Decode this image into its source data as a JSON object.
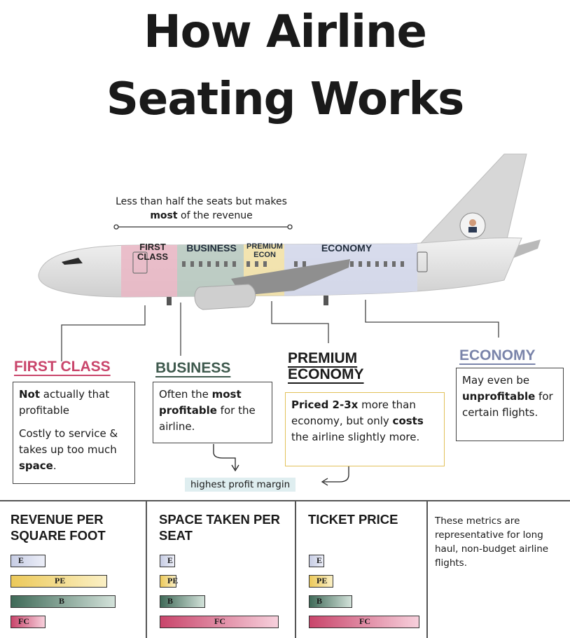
{
  "title": {
    "line1": "How Airline",
    "line2": "Seating Works"
  },
  "tagline": {
    "pre": "Less than half the seats but makes ",
    "bold": "most",
    "post": " of the revenue"
  },
  "plane_labels": {
    "first": "FIRST CLASS",
    "business": "BUSINESS",
    "premium": "PREMIUM ECON",
    "economy": "ECONOMY"
  },
  "colors": {
    "first": "#c9456b",
    "business": "#3f6a58",
    "premium": "#e2b94a",
    "economy": "#8a93b8",
    "first_fill": "#eab6c4",
    "business_fill": "#b7c9bf",
    "premium_fill": "#f5e3a6",
    "economy_fill": "#d3d8ec"
  },
  "sections": {
    "first": {
      "title": "FIRST CLASS",
      "l1_bold": "Not",
      "l1": " actually that profitable",
      "l2_a": "Costly to service & takes up too much ",
      "l2_bold": "space",
      "l2_b": "."
    },
    "business": {
      "title": "BUSINESS",
      "a": "Often the ",
      "bold1": "most profitable",
      "b": " for the airline."
    },
    "premium": {
      "title": "PREMIUM ECONOMY",
      "bold1": "Priced 2-3x",
      "a": " more than economy, but only ",
      "bold2": "costs",
      "b": " the airline slightly more."
    },
    "economy": {
      "title": "ECONOMY",
      "a": "May even be ",
      "bold1": "unprofitable",
      "b": " for certain flights."
    }
  },
  "profit_tag": "highest profit margin",
  "metrics": [
    {
      "title": "REVENUE PER SQUARE FOOT",
      "bars": [
        {
          "label": "E",
          "value": 0.33
        },
        {
          "label": "PE",
          "value": 0.92
        },
        {
          "label": "B",
          "value": 1.0
        },
        {
          "label": "FC",
          "value": 0.33
        }
      ]
    },
    {
      "title": "SPACE TAKEN PER SEAT",
      "bars": [
        {
          "label": "E",
          "value": 0.09
        },
        {
          "label": "PE",
          "value": 0.14
        },
        {
          "label": "B",
          "value": 0.38
        },
        {
          "label": "FC",
          "value": 1.0
        }
      ]
    },
    {
      "title": "TICKET PRICE",
      "bars": [
        {
          "label": "E",
          "value": 0.09
        },
        {
          "label": "PE",
          "value": 0.22
        },
        {
          "label": "B",
          "value": 0.39
        },
        {
          "label": "FC",
          "value": 1.0
        }
      ]
    }
  ],
  "note": "These metrics are representative for long haul, non-budget airline flights."
}
